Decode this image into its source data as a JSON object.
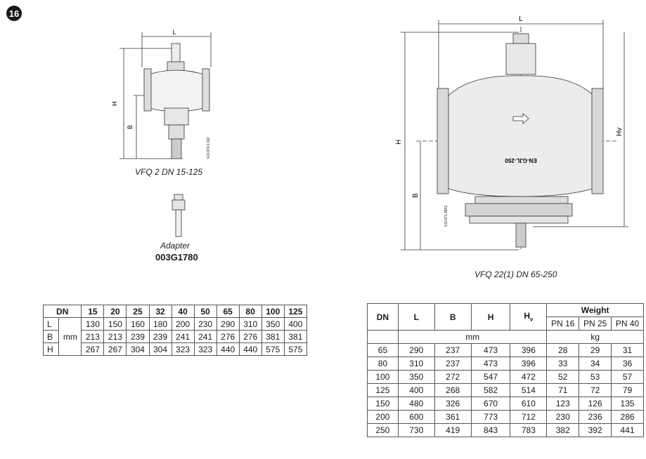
{
  "badge": "16",
  "left_drawing": {
    "dim_L": "L",
    "dim_H": "H",
    "dim_B": "B",
    "code": "V.D.070.1 I02",
    "caption": "VFQ 2 DN 15-125"
  },
  "adapter": {
    "caption": "Adapter",
    "part_number": "003G1780"
  },
  "right_drawing": {
    "dim_L": "L",
    "dim_H": "H",
    "dim_B": "B",
    "dim_Hv": "Hv",
    "body_marking": "EN-GJL-250",
    "code": "V.D.071.J6S1",
    "caption": "VFQ 22(1) DN 65-250"
  },
  "table1": {
    "dn_label": "DN",
    "unit": "mm",
    "dn": [
      "15",
      "20",
      "25",
      "32",
      "40",
      "50",
      "65",
      "80",
      "100",
      "125"
    ],
    "rows": [
      {
        "label": "L",
        "values": [
          "130",
          "150",
          "160",
          "180",
          "200",
          "230",
          "290",
          "310",
          "350",
          "400"
        ]
      },
      {
        "label": "B",
        "values": [
          "213",
          "213",
          "239",
          "239",
          "241",
          "241",
          "276",
          "276",
          "381",
          "381"
        ]
      },
      {
        "label": "H",
        "values": [
          "267",
          "267",
          "304",
          "304",
          "323",
          "323",
          "440",
          "440",
          "575",
          "575"
        ]
      }
    ]
  },
  "table2": {
    "dn_label": "DN",
    "col_L": "L",
    "col_B": "B",
    "col_H": "H",
    "col_Hv_main": "H",
    "col_Hv_sub": "v",
    "weight_label": "Weight",
    "pn": [
      "PN 16",
      "PN 25",
      "PN 40"
    ],
    "unit_mm": "mm",
    "unit_kg": "kg",
    "rows": [
      [
        "65",
        "290",
        "237",
        "473",
        "396",
        "28",
        "29",
        "31"
      ],
      [
        "80",
        "310",
        "237",
        "473",
        "396",
        "33",
        "34",
        "36"
      ],
      [
        "100",
        "350",
        "272",
        "547",
        "472",
        "52",
        "53",
        "57"
      ],
      [
        "125",
        "400",
        "268",
        "582",
        "514",
        "71",
        "72",
        "79"
      ],
      [
        "150",
        "480",
        "326",
        "670",
        "610",
        "123",
        "126",
        "135"
      ],
      [
        "200",
        "600",
        "361",
        "773",
        "712",
        "230",
        "236",
        "286"
      ],
      [
        "250",
        "730",
        "419",
        "843",
        "783",
        "382",
        "392",
        "441"
      ]
    ]
  }
}
